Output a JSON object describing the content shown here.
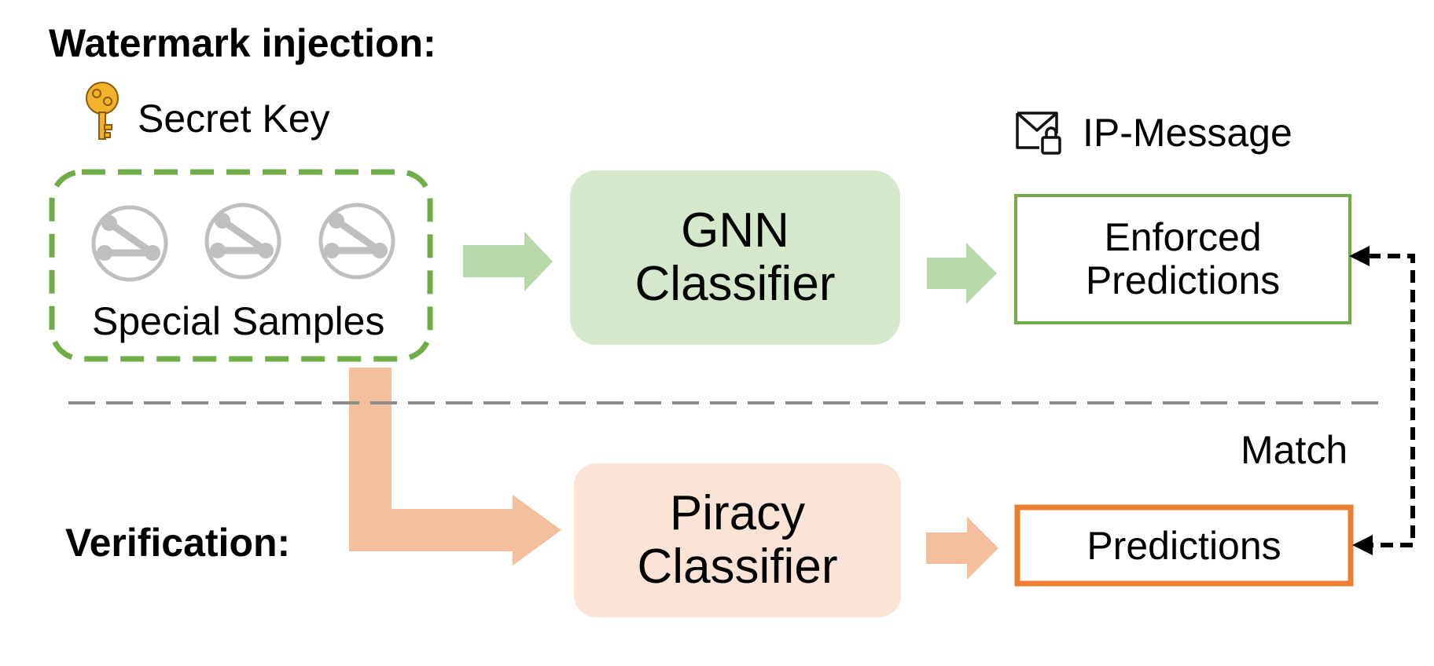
{
  "injection": {
    "title": "Watermark injection:",
    "secret_key_label": "Secret Key",
    "ip_message_label": "IP-Message",
    "samples_label": "Special Samples",
    "classifier_lines": [
      "GNN",
      "Classifier"
    ],
    "output_lines": [
      "Enforced",
      "Predictions"
    ]
  },
  "verification": {
    "title": "Verification:",
    "classifier_lines": [
      "Piracy",
      "Classifier"
    ],
    "output_label": "Predictions",
    "match_label": "Match"
  },
  "colors": {
    "green": "#70ad47",
    "green_light": "#d5e8cc",
    "green_arrow": "#b9d8a9",
    "orange": "#ed7d31",
    "orange_light": "#fbe3d6",
    "orange_arrow": "#f4bf9c",
    "gray_icon": "#bfbfbf",
    "key_gold": "#f2b32a",
    "divider": "#8c8c8c"
  },
  "icons": [
    "key-icon",
    "envelope-lock-icon",
    "graph-sample-icon"
  ]
}
